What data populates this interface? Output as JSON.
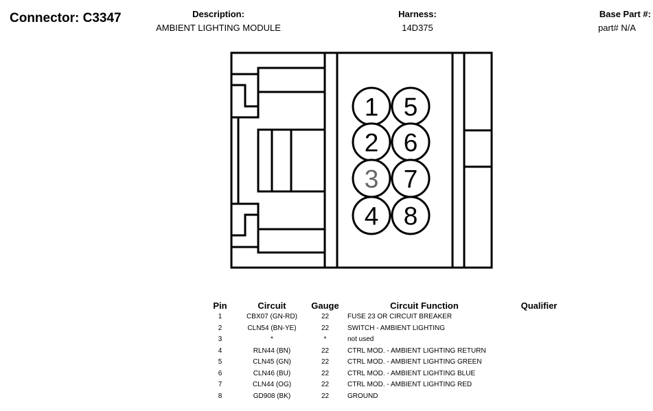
{
  "header": {
    "connector_title": "Connector: C3347",
    "description_label": "Description:",
    "description_value": "AMBIENT LIGHTING MODULE",
    "harness_label": "Harness:",
    "harness_value": "14D375",
    "base_part_label": "Base Part #:",
    "base_part_value": "part# N/A"
  },
  "connector_face": {
    "pins": [
      {
        "number": "1",
        "used": true
      },
      {
        "number": "2",
        "used": true
      },
      {
        "number": "3",
        "used": false
      },
      {
        "number": "4",
        "used": true
      },
      {
        "number": "5",
        "used": true
      },
      {
        "number": "6",
        "used": true
      },
      {
        "number": "7",
        "used": true
      },
      {
        "number": "8",
        "used": true
      }
    ]
  },
  "pin_table": {
    "columns": {
      "pin": "Pin",
      "circuit": "Circuit",
      "gauge": "Gauge",
      "function": "Circuit Function",
      "qualifier": "Qualifier"
    },
    "rows": [
      {
        "pin": "1",
        "circuit": "CBX07 (GN-RD)",
        "gauge": "22",
        "function": "FUSE 23 OR CIRCUIT BREAKER",
        "qualifier": ""
      },
      {
        "pin": "2",
        "circuit": "CLN54 (BN-YE)",
        "gauge": "22",
        "function": "SWITCH - AMBIENT LIGHTING",
        "qualifier": ""
      },
      {
        "pin": "3",
        "circuit": "*",
        "gauge": "*",
        "function": "not used",
        "qualifier": ""
      },
      {
        "pin": "4",
        "circuit": "RLN44 (BN)",
        "gauge": "22",
        "function": "CTRL MOD. - AMBIENT LIGHTING RETURN",
        "qualifier": ""
      },
      {
        "pin": "5",
        "circuit": "CLN45 (GN)",
        "gauge": "22",
        "function": "CTRL MOD. - AMBIENT LIGHTING GREEN",
        "qualifier": ""
      },
      {
        "pin": "6",
        "circuit": "CLN46 (BU)",
        "gauge": "22",
        "function": "CTRL MOD. - AMBIENT LIGHTING BLUE",
        "qualifier": ""
      },
      {
        "pin": "7",
        "circuit": "CLN44 (OG)",
        "gauge": "22",
        "function": "CTRL MOD. - AMBIENT LIGHTING RED",
        "qualifier": ""
      },
      {
        "pin": "8",
        "circuit": "GD908 (BK)",
        "gauge": "22",
        "function": "GROUND",
        "qualifier": ""
      }
    ]
  }
}
